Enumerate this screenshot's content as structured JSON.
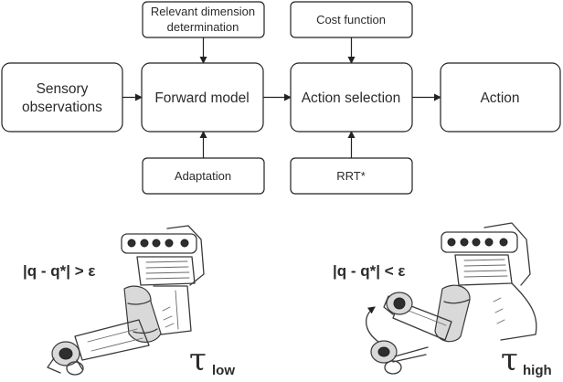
{
  "diagram": {
    "nodes": {
      "sensory": {
        "lines": [
          "Sensory",
          "observations"
        ]
      },
      "forward": {
        "lines": [
          "Forward model"
        ]
      },
      "action_sel": {
        "lines": [
          "Action selection"
        ]
      },
      "action": {
        "lines": [
          "Action"
        ]
      },
      "relevant": {
        "lines": [
          "Relevant dimension",
          "determination"
        ]
      },
      "adaptation": {
        "lines": [
          "Adaptation"
        ]
      },
      "cost": {
        "lines": [
          "Cost function"
        ]
      },
      "rrt": {
        "lines": [
          "RRT*"
        ]
      }
    },
    "edges": [
      [
        "sensory",
        "forward"
      ],
      [
        "forward",
        "action_sel"
      ],
      [
        "action_sel",
        "action"
      ],
      [
        "relevant",
        "forward"
      ],
      [
        "adaptation",
        "forward"
      ],
      [
        "cost",
        "action_sel"
      ],
      [
        "rrt",
        "action_sel"
      ]
    ]
  },
  "illustrations": {
    "left": {
      "condition": "|q - q*| > ε",
      "tau": "τ",
      "tau_sub": "low"
    },
    "right": {
      "condition": "|q - q*| < ε",
      "tau": "τ",
      "tau_sub": "high"
    }
  }
}
